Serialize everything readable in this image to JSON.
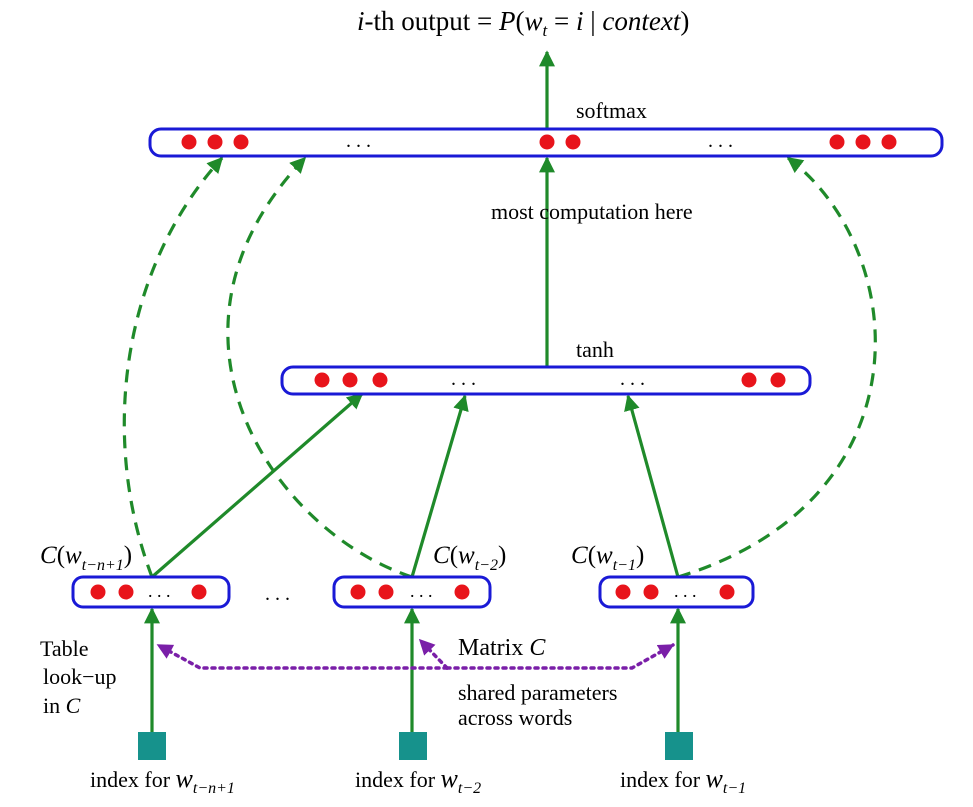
{
  "title": {
    "i": "i",
    "rest": "-th output = ",
    "P": "P",
    "open": "(",
    "w": "w",
    "t": "t",
    "eq": " =  ",
    "i2": "i",
    "bar": " | ",
    "context": "context",
    "close": ")"
  },
  "labels": {
    "softmax": "softmax",
    "most_computation": "most  computation here",
    "tanh": "tanh",
    "matrix": "Matrix ",
    "matrix_C": "C",
    "shared_line1": "shared parameters",
    "shared_line2": "across words",
    "table_line1": "Table",
    "table_line2": "look−up",
    "table_line3": "in ",
    "table_C": "C",
    "ellipsis": ". . ."
  },
  "features": [
    {
      "C": "C",
      "open": "(",
      "w": "w",
      "sub": "t−n+1",
      "close": ")"
    },
    {
      "C": "C",
      "open": "(",
      "w": "w",
      "sub": "t−2",
      "close": ")"
    },
    {
      "C": "C",
      "open": "(",
      "w": "w",
      "sub": "t−1",
      "close": ")"
    }
  ],
  "indices": [
    {
      "prefix": "index for ",
      "w": "w",
      "sub": "t−n+1"
    },
    {
      "prefix": "index for ",
      "w": "w",
      "sub": "t−2"
    },
    {
      "prefix": "index for ",
      "w": "w",
      "sub": "t−1"
    }
  ],
  "colors": {
    "layer_border": "#1a1ad6",
    "unit": "#e8141b",
    "arrow": "#1f8a2a",
    "shared": "#7a1fa8",
    "index_box": "#16928c"
  }
}
